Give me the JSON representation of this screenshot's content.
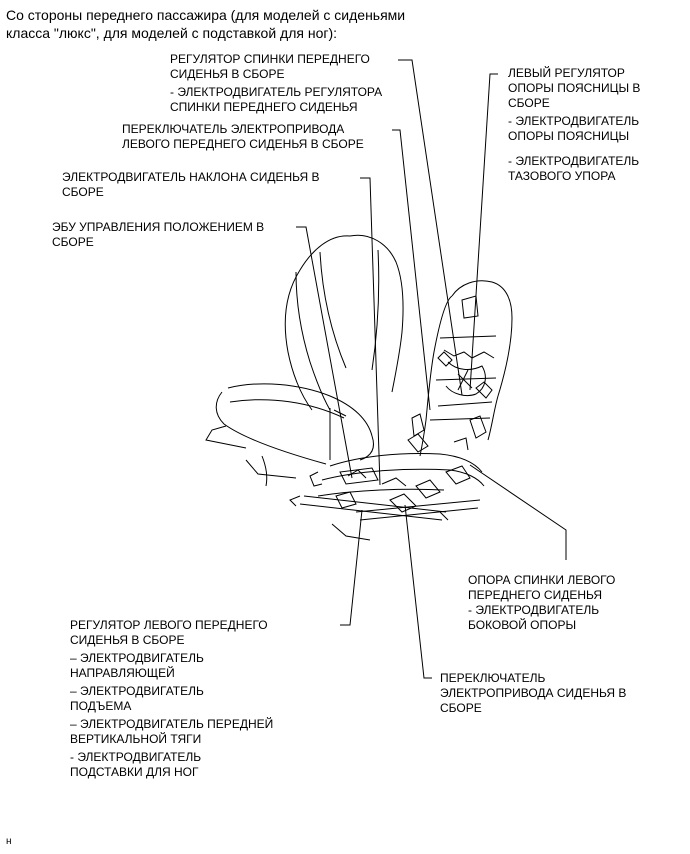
{
  "heading": {
    "line1": "Со стороны переднего пассажира (для моделей с сиденьями",
    "line2": "класса \"люкс\", для моделей с подставкой для ног):"
  },
  "labels": {
    "backrest_adjuster": {
      "l1": "РЕГУЛЯТОР СПИНКИ ПЕРЕДНЕГО",
      "l2": "СИДЕНЬЯ В СБОРЕ",
      "l3": "- ЭЛЕКТРОДВИГАТЕЛЬ РЕГУЛЯТОРА",
      "l4": "СПИНКИ ПЕРЕДНЕГО СИДЕНЬЯ"
    },
    "lumbar_adjuster": {
      "l1": "ЛЕВЫЙ РЕГУЛЯТОР",
      "l2": "ОПОРЫ ПОЯСНИЦЫ В",
      "l3": "СБОРЕ",
      "l4": "- ЭЛЕКТРОДВИГАТЕЛЬ",
      "l5": "ОПОРЫ ПОЯСНИЦЫ",
      "l6": "- ЭЛЕКТРОДВИГАТЕЛЬ",
      "l7": "ТАЗОВОГО УПОРА"
    },
    "left_seat_switch": {
      "l1": "ПЕРЕКЛЮЧАТЕЛЬ ЭЛЕКТРОПРИВОДА",
      "l2": "ЛЕВОГО ПЕРЕДНЕГО СИДЕНЬЯ В СБОРЕ"
    },
    "tilt_motor": {
      "l1": "ЭЛЕКТРОДВИГАТЕЛЬ НАКЛОНА СИДЕНЬЯ В",
      "l2": "СБОРЕ"
    },
    "position_ecu": {
      "l1": "ЭБУ УПРАВЛЕНИЯ ПОЛОЖЕНИЕМ В",
      "l2": "СБОРЕ"
    },
    "side_support": {
      "l1": "ОПОРА СПИНКИ ЛЕВОГО",
      "l2": "ПЕРЕДНЕГО СИДЕНЬЯ",
      "l3": "- ЭЛЕКТРОДВИГАТЕЛЬ",
      "l4": "БОКОВОЙ ОПОРЫ"
    },
    "seat_adjuster": {
      "l1": "РЕГУЛЯТОР ЛЕВОГО ПЕРЕДНЕГО",
      "l2": "СИДЕНЬЯ В СБОРЕ",
      "l3": "– ЭЛЕКТРОДВИГАТЕЛЬ",
      "l4": "НАПРАВЛЯЮЩЕЙ",
      "l5": "– ЭЛЕКТРОДВИГАТЕЛЬ",
      "l6": "ПОДЪЕМА",
      "l7": "– ЭЛЕКТРОДВИГАТЕЛЬ ПЕРЕДНЕЙ",
      "l8": "ВЕРТИКАЛЬНОЙ ТЯГИ",
      "l9": "- ЭЛЕКТРОДВИГАТЕЛЬ",
      "l10": "ПОДСТАВКИ ДЛЯ НОГ"
    },
    "seat_switch": {
      "l1": "ПЕРЕКЛЮЧАТЕЛЬ",
      "l2": "ЭЛЕКТРОПРИВОДА СИДЕНЬЯ В",
      "l3": "СБОРЕ"
    }
  },
  "footer": {
    "code": "н"
  }
}
